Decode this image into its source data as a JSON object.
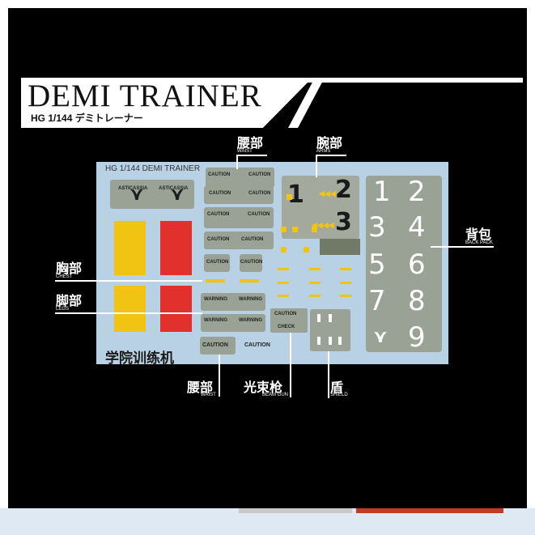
{
  "header": {
    "title": "DEMI TRAINER",
    "subtitle": "HG 1/144 デミトレーナー"
  },
  "sheet": {
    "title": "HG 1/144 DEMI TRAINER",
    "school_name": "学院训练机",
    "caution": "CAUTION",
    "warning": "WARNING",
    "check": "CHECK",
    "brand": "ASTICASSIA",
    "numbers_white": [
      "1",
      "2",
      "3",
      "4",
      "5",
      "6",
      "7",
      "8",
      "9"
    ],
    "numbers_dark": [
      "1",
      "2",
      "3"
    ]
  },
  "labels": {
    "waist_top": {
      "cn": "腰部",
      "en": "WAIST"
    },
    "arms": {
      "cn": "腕部",
      "en": "ARMS"
    },
    "back_pack": {
      "cn": "背包",
      "en": "BACK PACK"
    },
    "chest": {
      "cn": "胸部",
      "en": "CHEST"
    },
    "legs": {
      "cn": "脚部",
      "en": "LEGS"
    },
    "waist_bottom": {
      "cn": "腰部",
      "en": "WAIST"
    },
    "beam_gun": {
      "cn": "光束枪",
      "en": "BEAM GUN"
    },
    "shield": {
      "cn": "盾",
      "en": "SHIELD"
    }
  },
  "colors": {
    "sheet_bg": "#b9d1e4",
    "decal_gray": "#9aa295",
    "yellow": "#f1c313",
    "red": "#e2302d"
  }
}
